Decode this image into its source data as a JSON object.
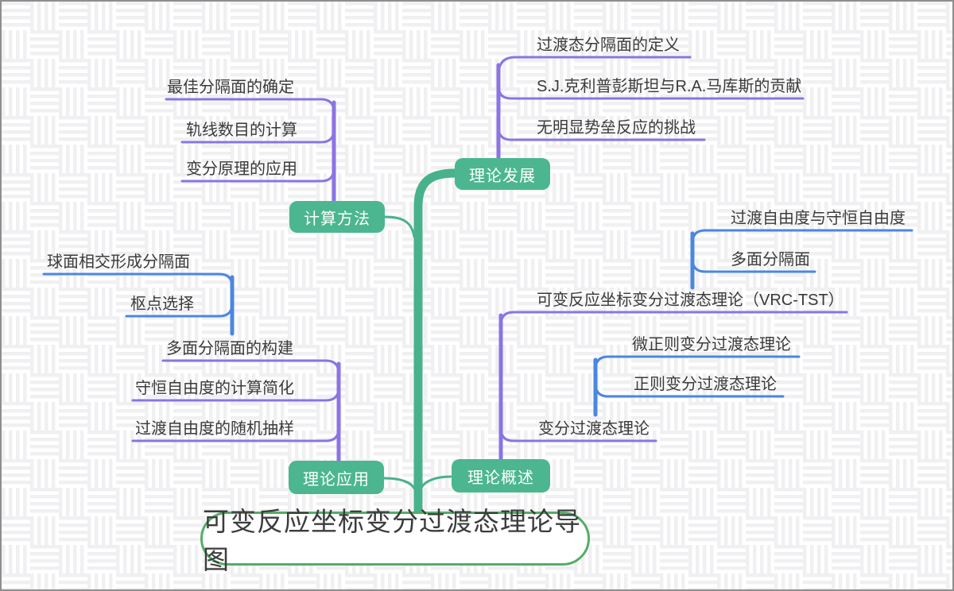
{
  "root": {
    "label": "可变反应坐标变分过渡态理论导图"
  },
  "branches": [
    {
      "label": "理论发展",
      "children": [
        {
          "label": "过渡态分隔面的定义"
        },
        {
          "label": "S.J.克利普彭斯坦与R.A.马库斯的贡献"
        },
        {
          "label": "无明显势垒反应的挑战"
        }
      ]
    },
    {
      "label": "计算方法",
      "children": [
        {
          "label": "最佳分隔面的确定"
        },
        {
          "label": "轨线数目的计算"
        },
        {
          "label": "变分原理的应用"
        }
      ]
    },
    {
      "label": "理论应用",
      "children": [
        {
          "label": "多面分隔面的构建",
          "children": [
            {
              "label": "球面相交形成分隔面"
            },
            {
              "label": "枢点选择"
            }
          ]
        },
        {
          "label": "守恒自由度的计算简化"
        },
        {
          "label": "过渡自由度的随机抽样"
        }
      ]
    },
    {
      "label": "理论概述",
      "children": [
        {
          "label": "可变反应坐标变分过渡态理论（VRC-TST）",
          "children": [
            {
              "label": "过渡自由度与守恒自由度"
            },
            {
              "label": "多面分隔面"
            }
          ]
        },
        {
          "label": "变分过渡态理论",
          "children": [
            {
              "label": "微正则变分过渡态理论"
            },
            {
              "label": "正则变分过渡态理论"
            }
          ]
        }
      ]
    }
  ],
  "colors": {
    "node_fill_green": "#4cb690",
    "trunk_green": "#47b28c",
    "root_border_green": "#53ad68",
    "branch_purple": "#8b74e3",
    "branch_blue": "#4a87e0",
    "text_dark": "#3a3a3a",
    "pattern_gray": "#f0f0f2"
  }
}
